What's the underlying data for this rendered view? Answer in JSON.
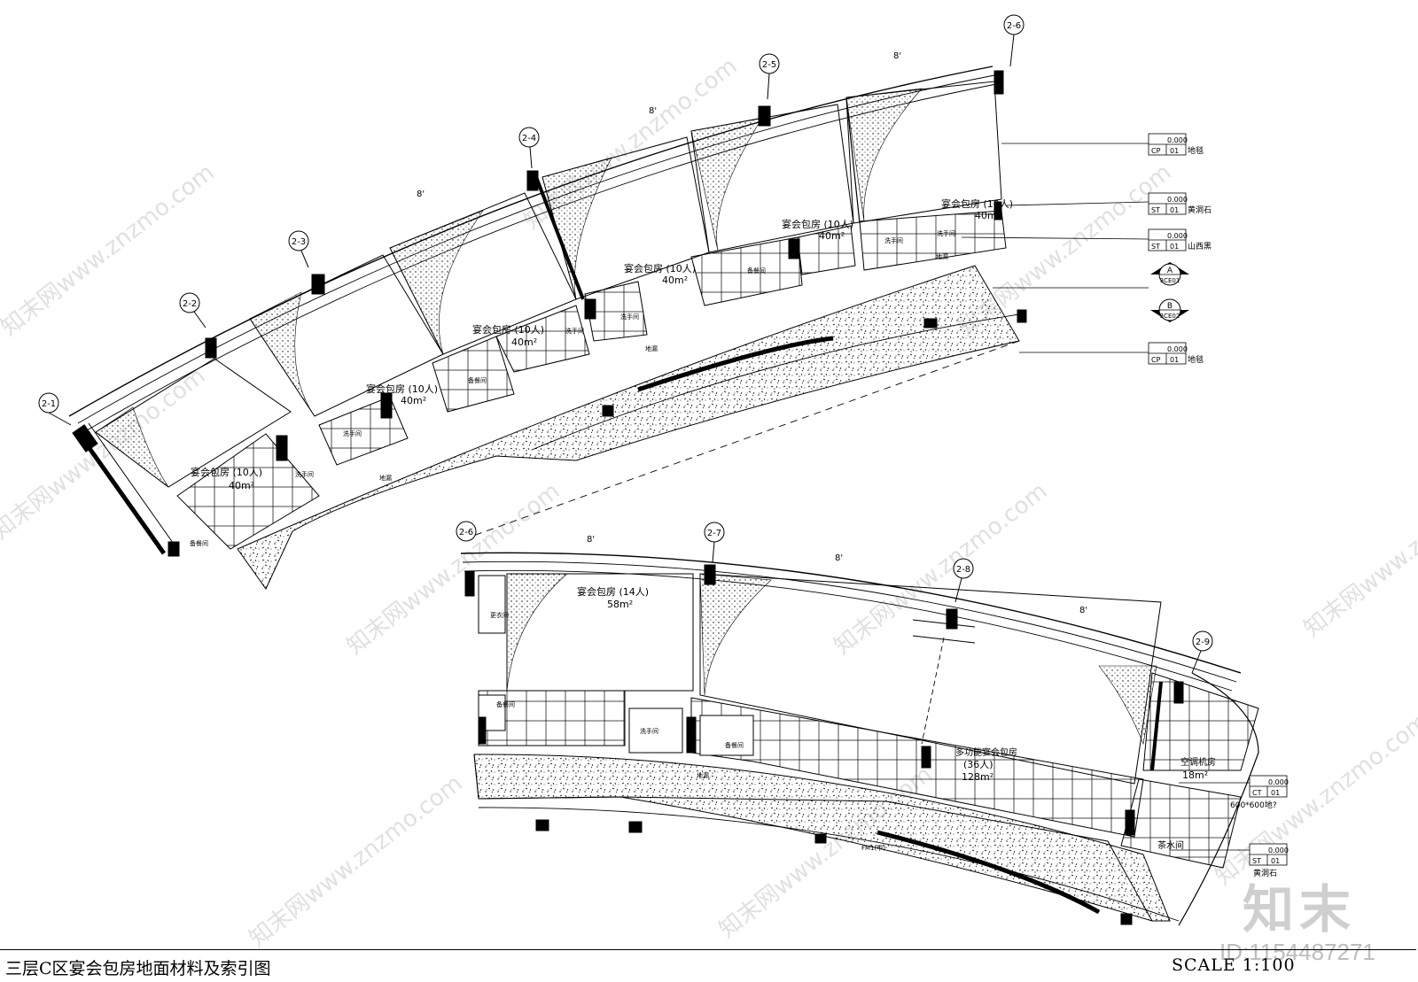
{
  "footer": {
    "title": "三层C区宴会包房地面材料及索引图",
    "scale": "SCALE 1:100",
    "id": "ID:1154487271",
    "logo": "知末"
  },
  "watermark": "知末网www.znzmo.com",
  "axes_top": [
    "2-1",
    "2-2",
    "2-3",
    "2-4",
    "2-5",
    "2-6"
  ],
  "axes_bottom": [
    "2-6",
    "2-7",
    "2-8",
    "2-9"
  ],
  "dim_spacing": "8'",
  "rooms_top": [
    {
      "name": "宴会包房 (10人)",
      "area": "40m²"
    },
    {
      "name": "宴会包房 (10人)",
      "area": "40m²"
    },
    {
      "name": "宴会包房 (10人)",
      "area": "40m²"
    },
    {
      "name": "宴会包房 (10人)",
      "area": "40m²"
    },
    {
      "name": "宴会包房 (10人)",
      "area": "40m²"
    },
    {
      "name": "宴会包房 (10人)",
      "area": "40m²"
    }
  ],
  "rooms_bottom": [
    {
      "name": "宴会包房 (14人)",
      "area": "58m²"
    },
    {
      "name": "多功能宴会包房",
      "persons": "(36人)",
      "area": "128m²"
    },
    {
      "name": "空调机房",
      "area": "18m²"
    },
    {
      "name": "茶水间",
      "area": ""
    }
  ],
  "small_rooms": {
    "pantry": "备餐间",
    "washroom": "洗手间",
    "drain": "地漏",
    "locker": "更衣间"
  },
  "legend": [
    {
      "code": "CP",
      "num": "01",
      "elev": "0.000",
      "material": "地毯"
    },
    {
      "code": "ST",
      "num": "01",
      "elev": "0.000",
      "material": "黄洞石"
    },
    {
      "code": "ST",
      "num": "01",
      "elev": "0.000",
      "material": "山西黑"
    },
    {
      "code": "CP",
      "num": "01",
      "elev": "0.000",
      "material": "地毯"
    },
    {
      "code": "CT",
      "num": "01",
      "elev": "0.000",
      "material": "600*600地?"
    },
    {
      "code": "ST",
      "num": "01",
      "elev": "0.000",
      "material": "黄洞石"
    }
  ],
  "section_marks": [
    {
      "letter": "A",
      "ref": "3CE01"
    },
    {
      "letter": "B",
      "ref": "3CE02"
    }
  ],
  "door_label": "FM1(甲)"
}
